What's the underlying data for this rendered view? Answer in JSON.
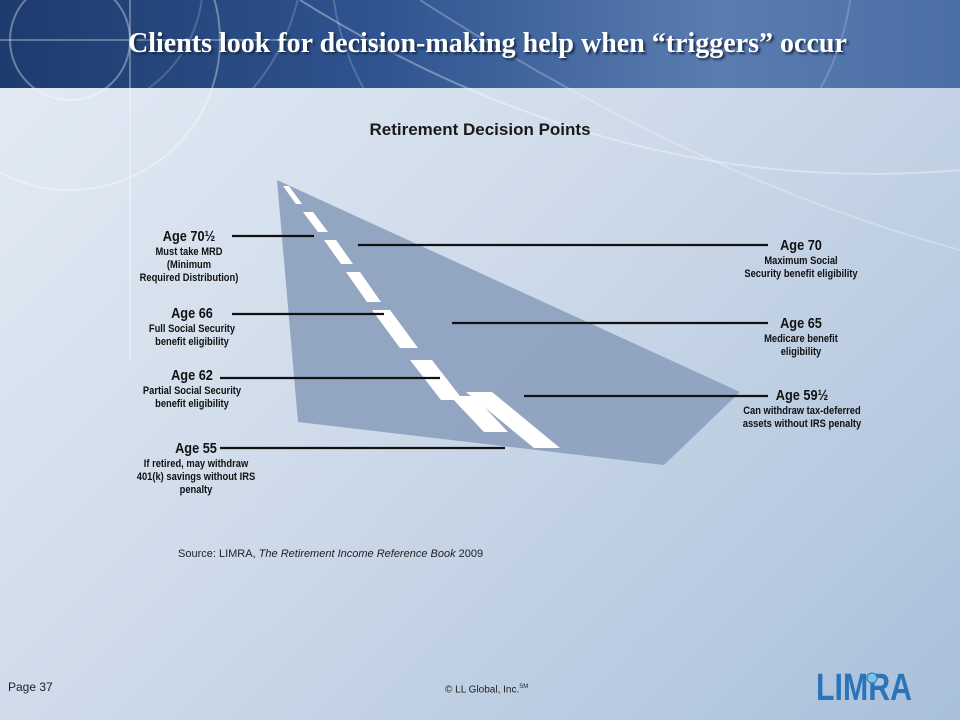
{
  "slide_title": "Clients look for decision-making help when “triggers” occur",
  "diagram_title": "Retirement Decision Points",
  "left_points": [
    {
      "age": "Age 70½",
      "desc": [
        "Must take MRD (Minimum",
        "Required Distribution)"
      ]
    },
    {
      "age": "Age 66",
      "desc": [
        "Full Social Security",
        "benefit eligibility"
      ]
    },
    {
      "age": "Age 62",
      "desc": [
        "Partial Social Security",
        "benefit eligibility"
      ]
    },
    {
      "age": "Age 55",
      "desc": [
        "If retired, may withdraw",
        "401(k) savings without IRS penalty"
      ]
    }
  ],
  "right_points": [
    {
      "age": "Age 70",
      "desc": [
        "Maximum Social",
        "Security benefit eligibility"
      ]
    },
    {
      "age": "Age 65",
      "desc": [
        "Medicare benefit",
        "eligibility"
      ]
    },
    {
      "age": "Age 59½",
      "desc": [
        "Can withdraw tax-deferred",
        "assets without IRS penalty"
      ]
    }
  ],
  "source": {
    "prefix": "Source: LIMRA, ",
    "book": "The Retirement Income Reference Book",
    "year": " 2009"
  },
  "footer": {
    "page": "Page 37",
    "copyright": "© LL Global, Inc.",
    "copyright_mark": "SM",
    "logo_text": "LIMRA"
  },
  "colors": {
    "road": "#8ea2c0",
    "road_stripe": "#ffffff",
    "leader_line": "#111111",
    "header": "#2f5490",
    "logo": "#2b74b8"
  }
}
